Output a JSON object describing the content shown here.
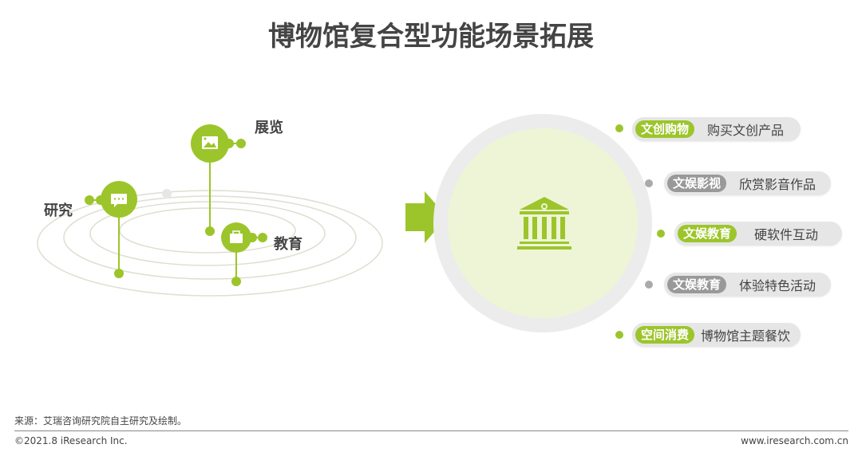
{
  "title": "博物馆复合型功能场景拓展",
  "left_nodes": [
    {
      "label": "展览",
      "icon": "image-icon"
    },
    {
      "label": "研究",
      "icon": "chat-icon"
    },
    {
      "label": "教育",
      "icon": "briefcase-icon"
    }
  ],
  "center_icon": "museum-icon",
  "items": [
    {
      "tag": "文创购物",
      "desc": "购买文创产品",
      "color": "#9cc52b"
    },
    {
      "tag": "文娱影视",
      "desc": "欣赏影音作品",
      "color": "#999999"
    },
    {
      "tag": "文娱教育",
      "desc": "硬软件互动",
      "color": "#9cc52b"
    },
    {
      "tag": "文娱教育",
      "desc": "体验特色活动",
      "color": "#999999"
    },
    {
      "tag": "空间消费",
      "desc": "博物馆主题餐饮",
      "color": "#9cc52b"
    }
  ],
  "footer": {
    "source": "来源：艾瑞咨询研究院自主研究及绘制。",
    "copyright": "©2021.8 iResearch Inc.",
    "website": "www.iresearch.com.cn"
  },
  "colors": {
    "green": "#9cc52b",
    "gray": "#999999"
  }
}
